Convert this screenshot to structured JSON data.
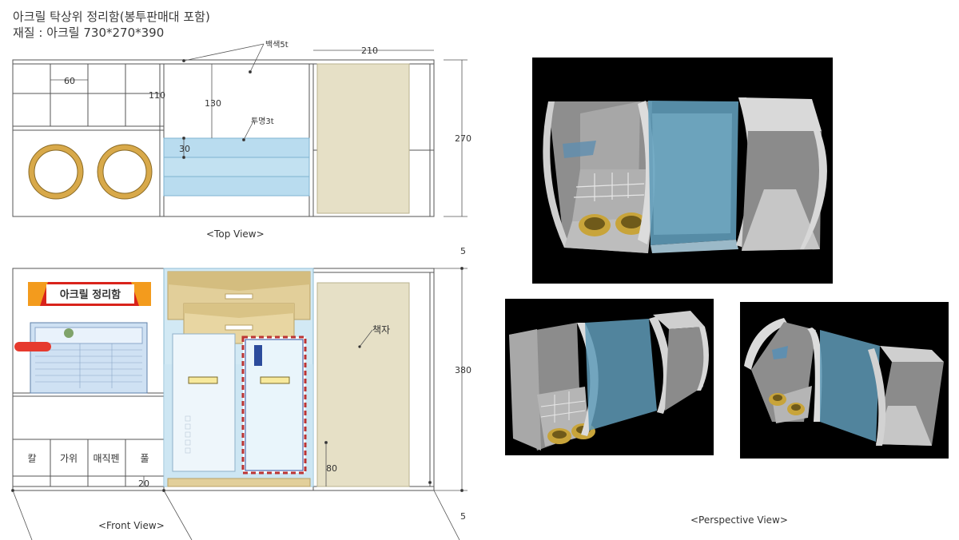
{
  "title": {
    "line1": "아크릴 탁상위 정리함(봉투판매대 포함)",
    "line2": "재질 : 아크릴 730*270*390"
  },
  "top_view": {
    "caption": "<Top View>",
    "callouts": {
      "white": "백색5t",
      "clear": "투명3t"
    },
    "dims": {
      "width_right": "210",
      "grid_cell": "60",
      "grid_depth": "110",
      "mid_depth": "130",
      "shelf_gap": "30",
      "total_depth": "270"
    }
  },
  "front_view": {
    "caption": "<Front View>",
    "sign_text": "아크릴 정리함",
    "book_label": "책자",
    "slots": [
      "칼",
      "가위",
      "매직펜",
      "풀"
    ],
    "dims": {
      "top": "5",
      "height": "380",
      "slot_height": "20",
      "book_shelf": "80",
      "bottom": "5"
    }
  },
  "perspective": {
    "caption": "<Perspective View>"
  },
  "colors": {
    "line": "#555555",
    "clear_acrylic": "#b9dcef",
    "book": "#e6e0c6",
    "ring": "#d8a94a",
    "render_bg": "#000000"
  }
}
